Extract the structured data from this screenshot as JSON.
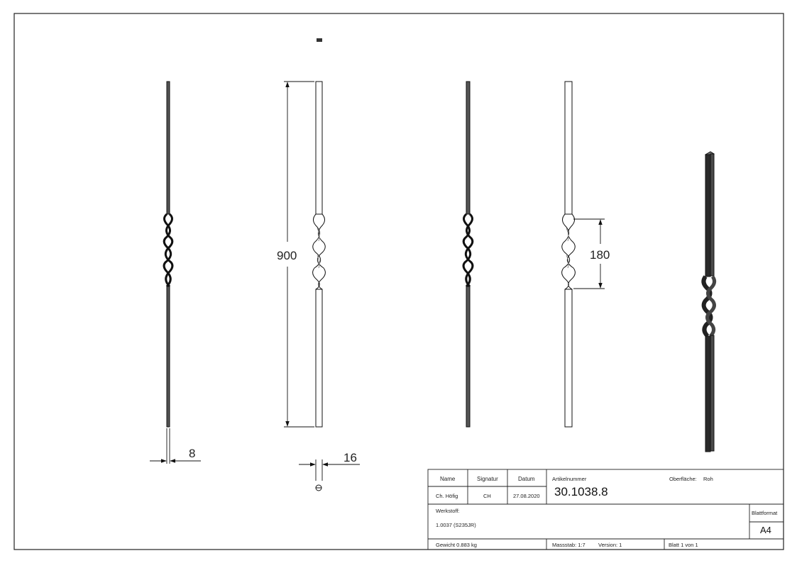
{
  "dimensions": {
    "thickness": "8",
    "width": "16",
    "height": "900",
    "twist_length": "180"
  },
  "title_block": {
    "headers": {
      "name": "Name",
      "signature": "Signatur",
      "date": "Datum"
    },
    "values": {
      "name": "Ch. Höfig",
      "signature": "CH",
      "date": "27.08.2020"
    },
    "article_label": "Artikelnummer",
    "article_number": "30.1038.8",
    "surface_label": "Oberfläche:",
    "surface_value": "Roh",
    "material_label": "Werkstoff:",
    "material_value": "1.0037 (S235JR)",
    "sheet_format_label": "Blattformat",
    "sheet_format_value": "A4",
    "weight": "Gewicht 0.883 kg",
    "scale": "Massstab: 1:7",
    "version": "Version: 1",
    "sheet": "Blatt 1 von 1"
  },
  "colors": {
    "line": "#111111",
    "solid": "#2a2a2a",
    "highlight": "#9a9a9a"
  }
}
